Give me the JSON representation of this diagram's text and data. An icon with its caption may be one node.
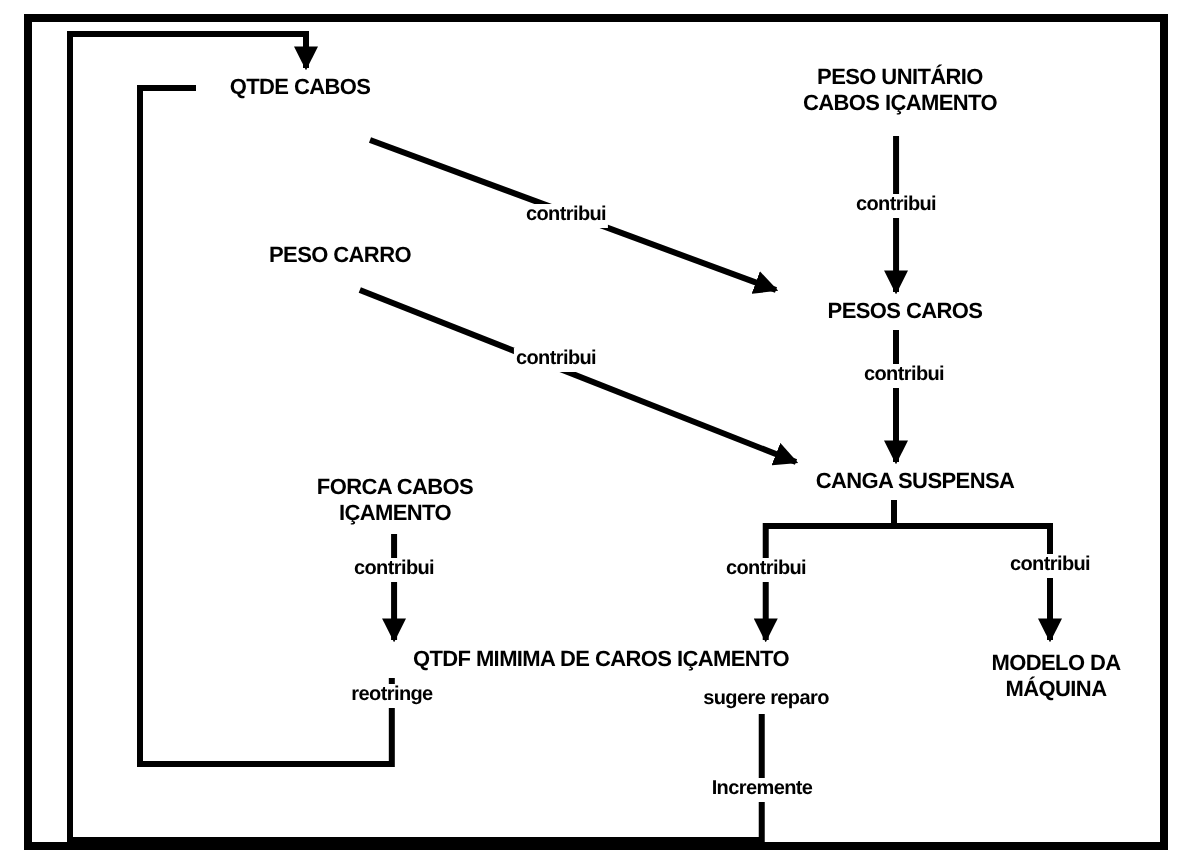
{
  "diagram": {
    "nodes": [
      {
        "text": [
          "QTDE CABOS"
        ]
      },
      {
        "text": [
          "PESO UNITÁRIO",
          "CABOS IÇAMENTO"
        ]
      },
      {
        "text": [
          "PESO CARRO"
        ]
      },
      {
        "text": [
          "PESOS CAROS"
        ]
      },
      {
        "text": [
          "CANGA SUSPENSA"
        ]
      },
      {
        "text": [
          "FORCA CABOS IÇAMENTO"
        ]
      },
      {
        "text": [
          "QTDF MIMIMA DE CAROS IÇAMENTO"
        ],
        "beside": [
          "sugere reparo"
        ]
      },
      {
        "text": [
          "MODELO DA MÁQUINA"
        ]
      }
    ],
    "edges": [
      {
        "from": 0,
        "to": 3,
        "arrow": "to",
        "label": "contribui"
      },
      {
        "from": 1,
        "to": 3,
        "arrow": "to",
        "label": "contribui"
      },
      {
        "from": 2,
        "to": 4,
        "arrow": "to",
        "label": "contribui"
      },
      {
        "from": 3,
        "to": 4,
        "arrow": "to",
        "label": "contribui"
      },
      {
        "from": 4,
        "to": 6,
        "arrow": "to",
        "label": "contribui"
      },
      {
        "from": 4,
        "to": 7,
        "arrow": "to",
        "label": "contribui"
      },
      {
        "from": 5,
        "to": 6,
        "arrow": "to",
        "label": "contribui"
      },
      {
        "from": 6,
        "to": 0,
        "arrow": "none",
        "label": "reotringe"
      },
      {
        "from": 6,
        "to": 0,
        "arrow": "to",
        "label": "Incremente"
      }
    ]
  }
}
